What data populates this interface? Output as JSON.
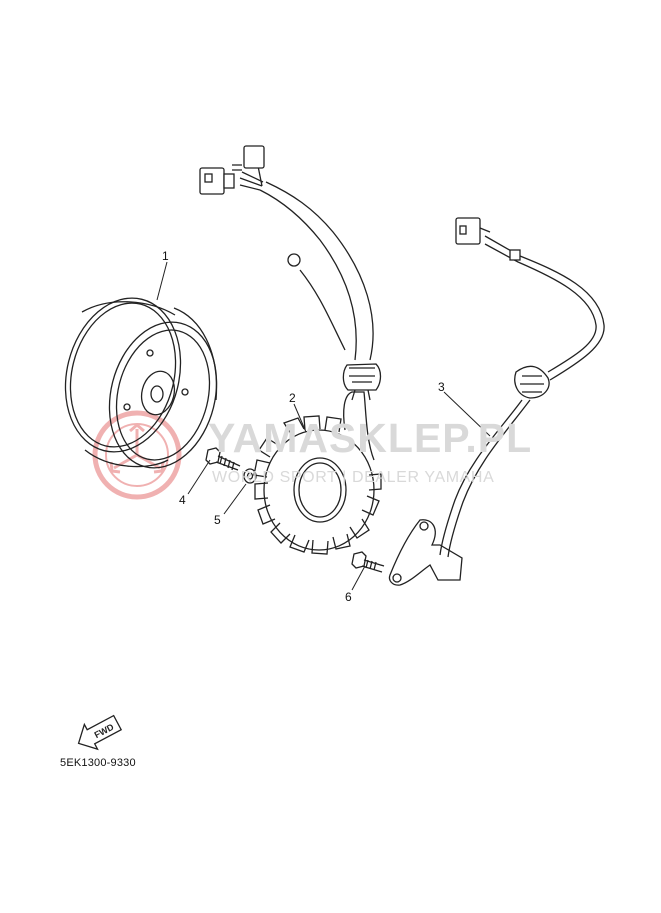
{
  "watermark": {
    "main_text": "YAMASKLEP.PL",
    "sub_text": "WORLD SPORT | DEALER YAMAHA",
    "color": "#e57373"
  },
  "callouts": [
    {
      "number": "1"
    },
    {
      "number": "2"
    },
    {
      "number": "3"
    },
    {
      "number": "4"
    },
    {
      "number": "5"
    },
    {
      "number": "6"
    }
  ],
  "fwd_arrow": {
    "label": "FWD"
  },
  "diagram_code": "5EK1300-9330"
}
